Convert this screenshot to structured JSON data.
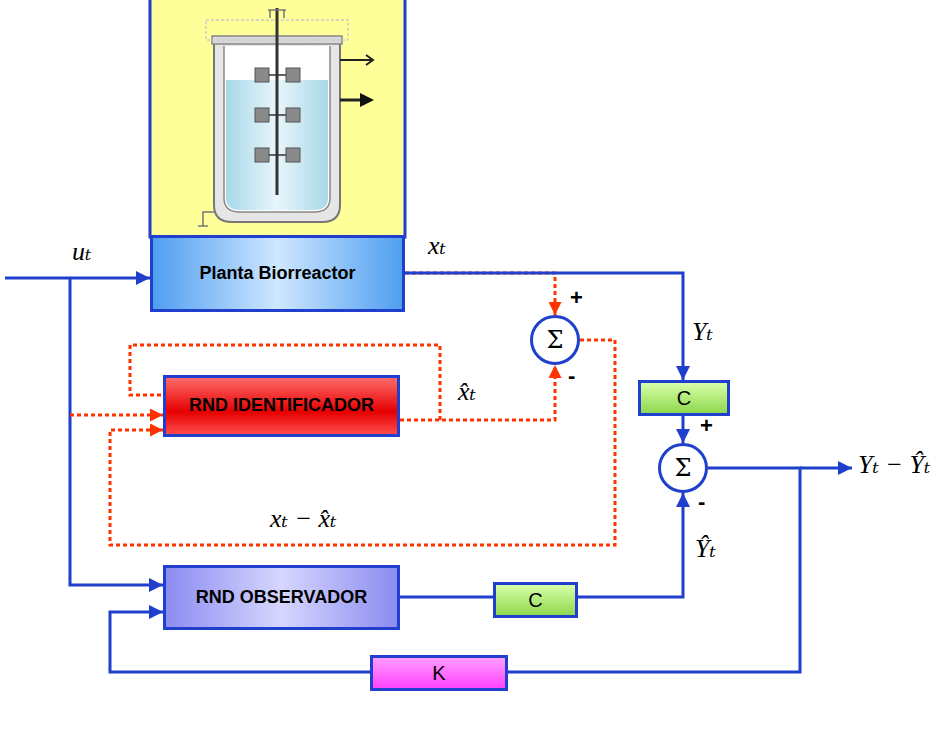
{
  "diagram": {
    "nodes": [
      {
        "text": [
          "Planta Biorreactor"
        ]
      },
      {
        "text": [
          "Σ"
        ]
      },
      {
        "text": [
          "RND IDENTIFICADOR"
        ]
      },
      {
        "text": [
          "C"
        ]
      },
      {
        "text": [
          "Σ"
        ]
      },
      {
        "text": [
          "RND OBSERVADOR"
        ]
      },
      {
        "text": [
          "C"
        ]
      },
      {
        "text": [
          "K"
        ]
      }
    ],
    "edges": [
      {
        "from": 0,
        "to": 1,
        "arrow": "to"
      },
      {
        "from": 2,
        "to": 1,
        "label": "x̂ₜ",
        "arrow": "to"
      },
      {
        "from": 1,
        "to": 2,
        "label": "xₜ − x̂ₜ",
        "arrow": "to"
      },
      {
        "from": 0,
        "to": 3,
        "label": "Yₜ",
        "arrow": "to"
      },
      {
        "from": 3,
        "to": 4,
        "arrow": "to"
      },
      {
        "from": 5,
        "to": 6,
        "arrow": "none"
      },
      {
        "from": 6,
        "to": 4,
        "label": "Ŷₜ",
        "arrow": "to"
      },
      {
        "from": 4,
        "to": 7,
        "arrow": "none"
      },
      {
        "from": 7,
        "to": 5,
        "arrow": "to"
      }
    ],
    "labels": [
      "uₜ",
      "xₜ",
      "+",
      "-",
      "+",
      "-",
      "Yₜ − Ŷₜ"
    ]
  }
}
